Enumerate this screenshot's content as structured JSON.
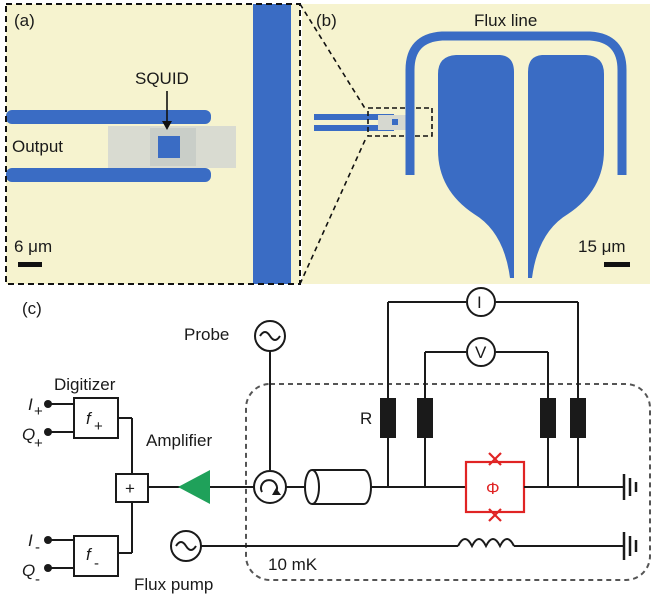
{
  "panels": {
    "a": {
      "tag": "(a)",
      "squid_label": "SQUID",
      "output_label": "Output",
      "scale": "6 μm"
    },
    "b": {
      "tag": "(b)",
      "flux_line_label": "Flux line",
      "scale": "15 μm"
    },
    "c": {
      "tag": "(c)",
      "probe": "Probe",
      "digitizer": "Digitizer",
      "amplifier": "Amplifier",
      "flux_pump": "Flux pump",
      "temperature": "10 mK",
      "resistor": "R",
      "current_meter": "I",
      "voltage_meter": "V",
      "flux_symbol": "Φ",
      "plus": "+",
      "i_plus": "I",
      "i_plus_sub": "+",
      "q_plus": "Q",
      "q_plus_sub": "+",
      "i_minus": "I",
      "i_minus_sub": "-",
      "q_minus": "Q",
      "q_minus_sub": "-",
      "f_plus": "f",
      "f_plus_sub": "+",
      "f_minus": "f",
      "f_minus_sub": "-"
    }
  },
  "colors": {
    "background": "#f6f3cf",
    "metal": "#3a6cc4",
    "squid_outline": "#e02424",
    "amplifier": "#1fa15a",
    "wire": "#1a1a1a"
  }
}
